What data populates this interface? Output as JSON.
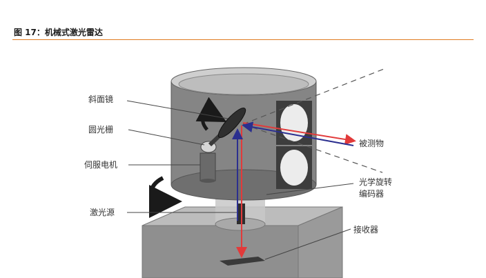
{
  "figure": {
    "caption": "图 17：机械式激光雷达"
  },
  "labels": {
    "inclined_mirror": "斜面镜",
    "circular_grating": "圆光栅",
    "servo_motor": "伺服电机",
    "laser_source": "激光源",
    "target_object": "被测物",
    "encoder_line1": "光学旋转",
    "encoder_line2": "编码器",
    "receiver": "接收器"
  },
  "colors": {
    "accent_rule": "#e07a1f",
    "emitted_beam": "#e23a3a",
    "return_beam": "#2b2f8f"
  }
}
